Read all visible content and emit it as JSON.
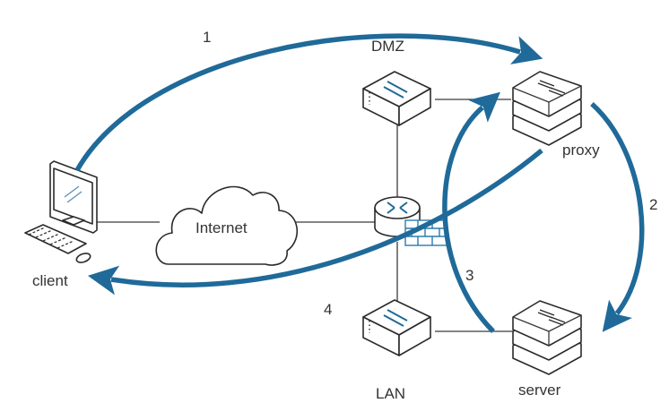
{
  "diagram": {
    "title": "Reverse proxy request flow",
    "accent_color": "#1f6a99",
    "nodes": {
      "client": "client",
      "internet": "Internet",
      "dmz": "DMZ",
      "lan": "LAN",
      "proxy": "proxy",
      "server": "server"
    },
    "steps": [
      "1",
      "2",
      "3",
      "4"
    ],
    "links": [
      {
        "from": "client",
        "to": "Internet"
      },
      {
        "from": "Internet",
        "to": "router-firewall"
      },
      {
        "from": "router-firewall",
        "to": "DMZ"
      },
      {
        "from": "router-firewall",
        "to": "LAN"
      },
      {
        "from": "DMZ",
        "to": "proxy"
      },
      {
        "from": "LAN",
        "to": "server"
      }
    ],
    "flows": [
      {
        "step": "1",
        "from": "client",
        "to": "proxy"
      },
      {
        "step": "2",
        "from": "proxy",
        "to": "server"
      },
      {
        "step": "3",
        "from": "server",
        "to": "proxy"
      },
      {
        "step": "4",
        "from": "proxy",
        "to": "client"
      }
    ]
  }
}
